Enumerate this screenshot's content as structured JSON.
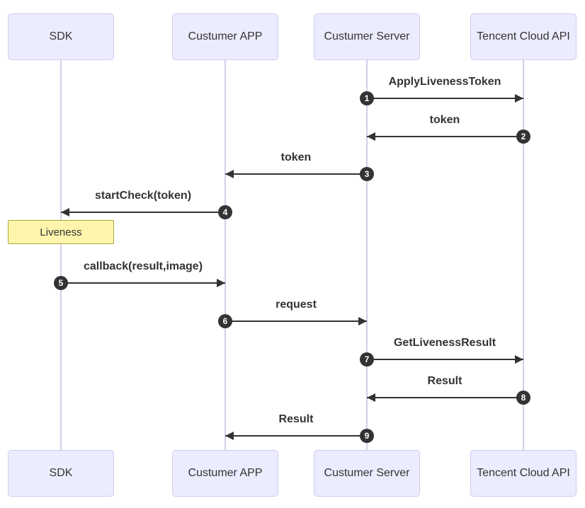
{
  "diagram": {
    "type": "sequence",
    "participants": [
      {
        "id": "sdk",
        "name": "SDK"
      },
      {
        "id": "custumer-app",
        "name": "Custumer APP"
      },
      {
        "id": "custumer-server",
        "name": "Custumer Server"
      },
      {
        "id": "tencent-cloud-api",
        "name": "Tencent Cloud API"
      }
    ],
    "messages": [
      {
        "seq": "1",
        "label": "ApplyLivenessToken",
        "from": "custumer-server",
        "to": "tencent-cloud-api",
        "direction": "right"
      },
      {
        "seq": "2",
        "label": "token",
        "from": "tencent-cloud-api",
        "to": "custumer-server",
        "direction": "left"
      },
      {
        "seq": "3",
        "label": "token",
        "from": "custumer-server",
        "to": "custumer-app",
        "direction": "left"
      },
      {
        "seq": "4",
        "label": "startCheck(token)",
        "from": "custumer-app",
        "to": "sdk",
        "direction": "left"
      },
      {
        "seq": "5",
        "label": "callback(result,image)",
        "from": "sdk",
        "to": "custumer-app",
        "direction": "right"
      },
      {
        "seq": "6",
        "label": "request",
        "from": "custumer-app",
        "to": "custumer-server",
        "direction": "right"
      },
      {
        "seq": "7",
        "label": "GetLivenessResult",
        "from": "custumer-server",
        "to": "tencent-cloud-api",
        "direction": "right"
      },
      {
        "seq": "8",
        "label": "Result",
        "from": "tencent-cloud-api",
        "to": "custumer-server",
        "direction": "left"
      },
      {
        "seq": "9",
        "label": "Result",
        "from": "custumer-server",
        "to": "custumer-app",
        "direction": "left"
      }
    ],
    "note": {
      "text": "Liveness",
      "over": "sdk"
    }
  },
  "colors": {
    "actor_fill": "#ECECFF",
    "actor_border": "#CCCCEE",
    "lifeline": "#D3CEEA",
    "message_line": "#333333",
    "seq_badge_fill": "#333333",
    "seq_badge_text": "#FFFFFF",
    "note_fill": "#FFF5AD",
    "note_border": "#AAAA33",
    "text": "#333333",
    "background": "#FFFFFF"
  }
}
